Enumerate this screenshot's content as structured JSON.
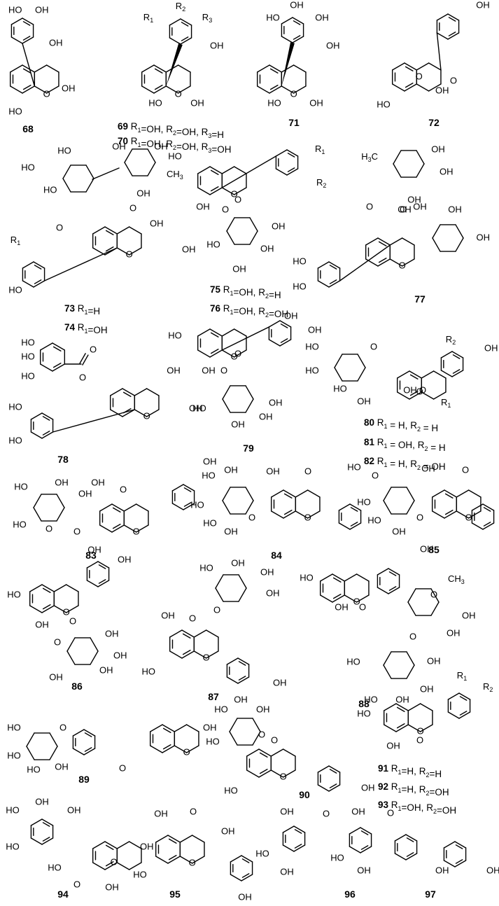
{
  "figure": {
    "compounds": [
      {
        "num": "68"
      },
      {
        "num": "69",
        "caption": "R1=OH, R2=OH, R3=H"
      },
      {
        "num": "70",
        "caption": "R1=OH, R2=OH, R3=OH"
      },
      {
        "num": "71"
      },
      {
        "num": "72"
      },
      {
        "num": "73",
        "caption": "R1=H"
      },
      {
        "num": "74",
        "caption": "R1=OH"
      },
      {
        "num": "75",
        "caption": "R1=OH, R2=H"
      },
      {
        "num": "76",
        "caption": "R1=OH, R2=OH"
      },
      {
        "num": "77"
      },
      {
        "num": "78"
      },
      {
        "num": "79"
      },
      {
        "num": "80",
        "caption": "R1 = H, R2 = H"
      },
      {
        "num": "81",
        "caption": "R1 = OH, R2 = H"
      },
      {
        "num": "82",
        "caption": "R1 = H, R2 = OH"
      },
      {
        "num": "83"
      },
      {
        "num": "84"
      },
      {
        "num": "85"
      },
      {
        "num": "86"
      },
      {
        "num": "87"
      },
      {
        "num": "88"
      },
      {
        "num": "89"
      },
      {
        "num": "90"
      },
      {
        "num": "91",
        "caption": "R1=H, R2=H"
      },
      {
        "num": "92",
        "caption": "R1=H, R2=OH"
      },
      {
        "num": "93",
        "caption": "R1=OH, R2=OH"
      },
      {
        "num": "94"
      },
      {
        "num": "95"
      },
      {
        "num": "96"
      },
      {
        "num": "97"
      }
    ],
    "atoms": {
      "oh": "OH",
      "ho": "HO",
      "o": "O",
      "ch3": "CH3",
      "h3c": "H3C",
      "r1": "R1",
      "r2": "R2",
      "r3": "R3"
    }
  }
}
